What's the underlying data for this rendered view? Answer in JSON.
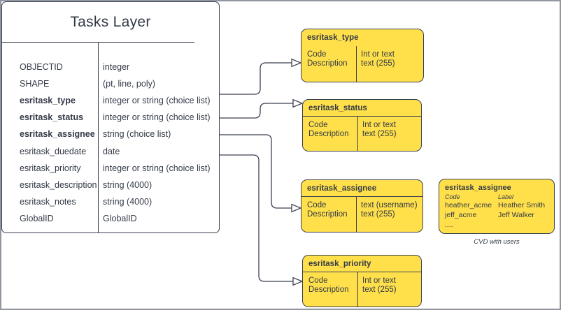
{
  "table": {
    "title": "Tasks Layer",
    "rows": [
      {
        "name": "OBJECTID",
        "type": "integer"
      },
      {
        "name": "SHAPE",
        "type": "(pt, line, poly)"
      },
      {
        "name": "esritask_type",
        "type": "integer or string (choice list)"
      },
      {
        "name": "esritask_status",
        "type": "integer or string (choice list)"
      },
      {
        "name": "esritask_assignee",
        "type": "string (choice list)"
      },
      {
        "name": "esritask_duedate",
        "type": "date"
      },
      {
        "name": "esritask_priority",
        "type": "integer or string (choice list)"
      },
      {
        "name": "esritask_description",
        "type": "string (4000)"
      },
      {
        "name": "esritask_notes",
        "type": "string (4000)"
      },
      {
        "name": "GlobalID",
        "type": "GlobalID"
      }
    ]
  },
  "domains": [
    {
      "title": "esritask_type",
      "rows": [
        {
          "label": "Code",
          "type": "Int or text"
        },
        {
          "label": "Description",
          "type": "text (255)"
        }
      ]
    },
    {
      "title": "esritask_status",
      "rows": [
        {
          "label": "Code",
          "type": "Int or text"
        },
        {
          "label": "Description",
          "type": "text (255)"
        }
      ]
    },
    {
      "title": "esritask_assignee",
      "rows": [
        {
          "label": "Code",
          "type": "text (username)"
        },
        {
          "label": "Description",
          "type": "text (255)"
        }
      ]
    },
    {
      "title": "esritask_priority",
      "rows": [
        {
          "label": "Code",
          "type": "Int or text"
        },
        {
          "label": "Description",
          "type": "text (255)"
        }
      ]
    }
  ],
  "cvd": {
    "title": "esritask_assignee",
    "code_header": "Code",
    "label_header": "Label",
    "rows": [
      {
        "code": "heather_acme",
        "label": "Heather Smith"
      },
      {
        "code": "jeff_acme",
        "label": "Jeff Walker"
      }
    ],
    "more": "....",
    "caption": "CVD with users"
  },
  "colors": {
    "domain_fill": "#FFE04A",
    "stroke": "#3A4150",
    "text": "#333A47",
    "frame": "#9196A0",
    "background": "#FFFFFF"
  }
}
